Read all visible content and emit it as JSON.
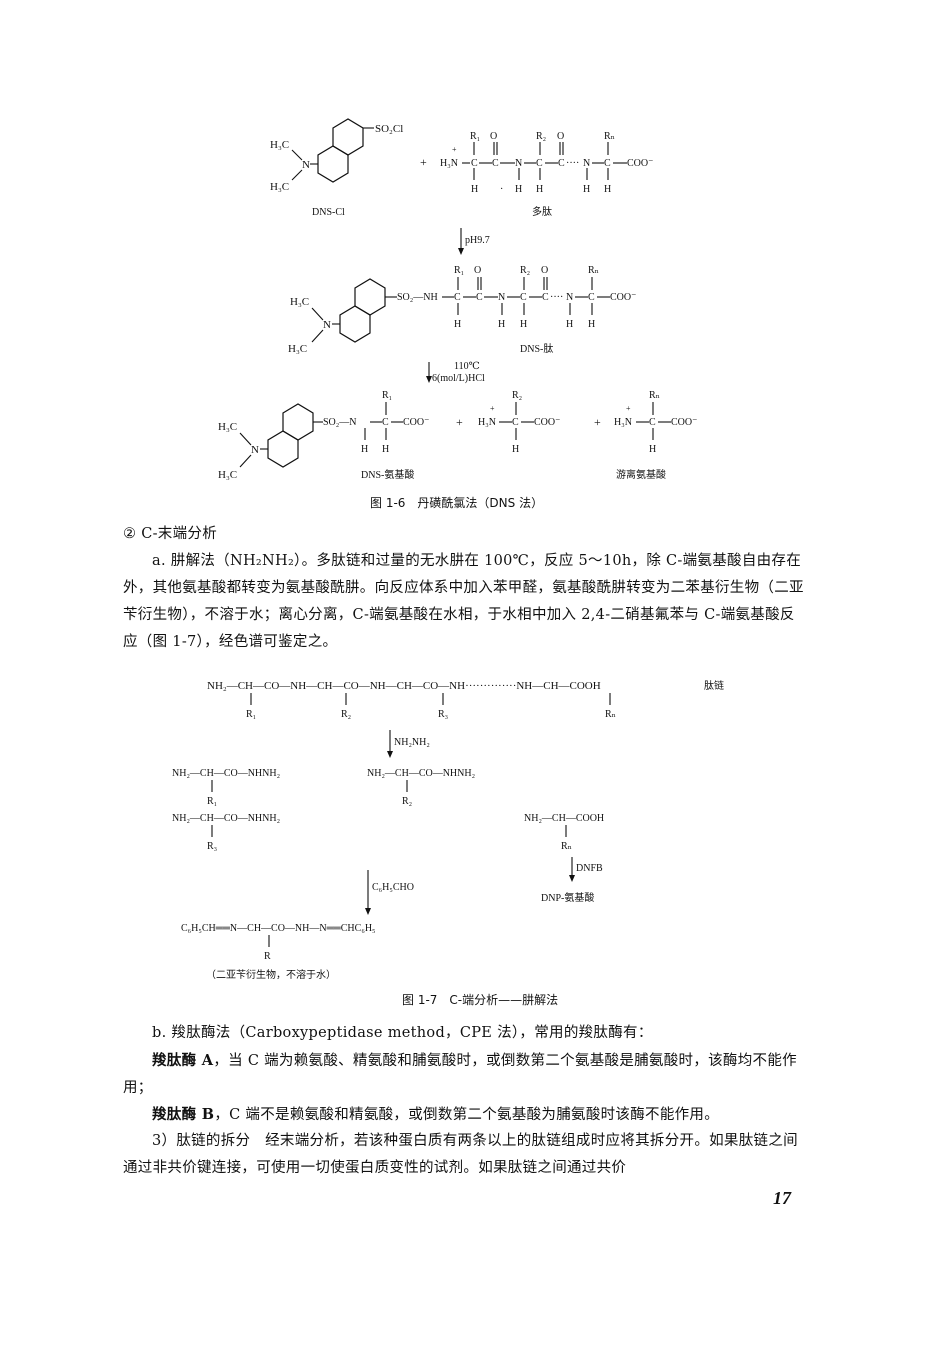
{
  "fig16": {
    "dnscl": "DNS-Cl",
    "peptide": "多肽",
    "ph": "pH9.7",
    "dnspep": "DNS-肽",
    "temp": "110℃",
    "hcl": "6(mol/L)HCl",
    "dnsaa": "DNS-氨基酸",
    "freeaa": "游离氨基酸",
    "caption": "图 1-6　丹磺酰氯法（DNS 法）"
  },
  "section_heading": "② C-末端分析",
  "para_a": "a. 肼解法（NH₂NH₂）。多肽链和过量的无水肼在 100℃，反应 5～10h，除 C-端氨基酸自由存在外，其他氨基酸都转变为氨基酸酰肼。向反应体系中加入苯甲醛，氨基酸酰肼转变为二苯基衍生物（二亚苄衍生物），不溶于水；离心分离，C-端氨基酸在水相，于水相中加入 2,4-二硝基氟苯与 C-端氨基酸反应（图 1-7），经色谱可鉴定之。",
  "fig17": {
    "chain": "NH₂—CH—CO—NH—CH—CO—NH—CH—CO—NH··············NH—CH—COOH",
    "chain_label": "肽链",
    "r1": "R₁",
    "r2": "R₂",
    "r3": "R₃",
    "rn": "Rₙ",
    "reagent1": "NH₂NH₂",
    "hyd1": "NH₂—CH—CO—NHNH₂",
    "hyd2": "NH₂—CH—CO—NHNH₂",
    "hyd3": "NH₂—CH—CO—NHNH₂",
    "free": "NH₂—CH—COOH",
    "reagent2": "C₆H₅CHO",
    "reagent3": "DNFB",
    "dnp": "DNP-氨基酸",
    "product": "C₆H₅CH══N—CH—CO—NH—N══CHC₆H₅",
    "r": "R",
    "note": "（二亚苄衍生物，不溶于水）",
    "caption": "图 1-7　C-端分析——肼解法"
  },
  "para_b": "b. 羧肽酶法（Carboxypeptidase method，CPE 法），常用的羧肽酶有：",
  "para_b1_bold": "羧肽酶 A",
  "para_b1": "，当 C 端为赖氨酸、精氨酸和脯氨酸时，或倒数第二个氨基酸是脯氨酸时，该酶均不能作用；",
  "para_b2_bold": "羧肽酶 B",
  "para_b2": "，C 端不是赖氨酸和精氨酸，或倒数第二个氨基酸为脯氨酸时该酶不能作用。",
  "para_3": "3）肽链的拆分　经末端分析，若该种蛋白质有两条以上的肽链组成时应将其拆分开。如果肽链之间通过非共价键连接，可使用一切使蛋白质变性的试剂。如果肽链之间通过共价",
  "page_number": "17"
}
